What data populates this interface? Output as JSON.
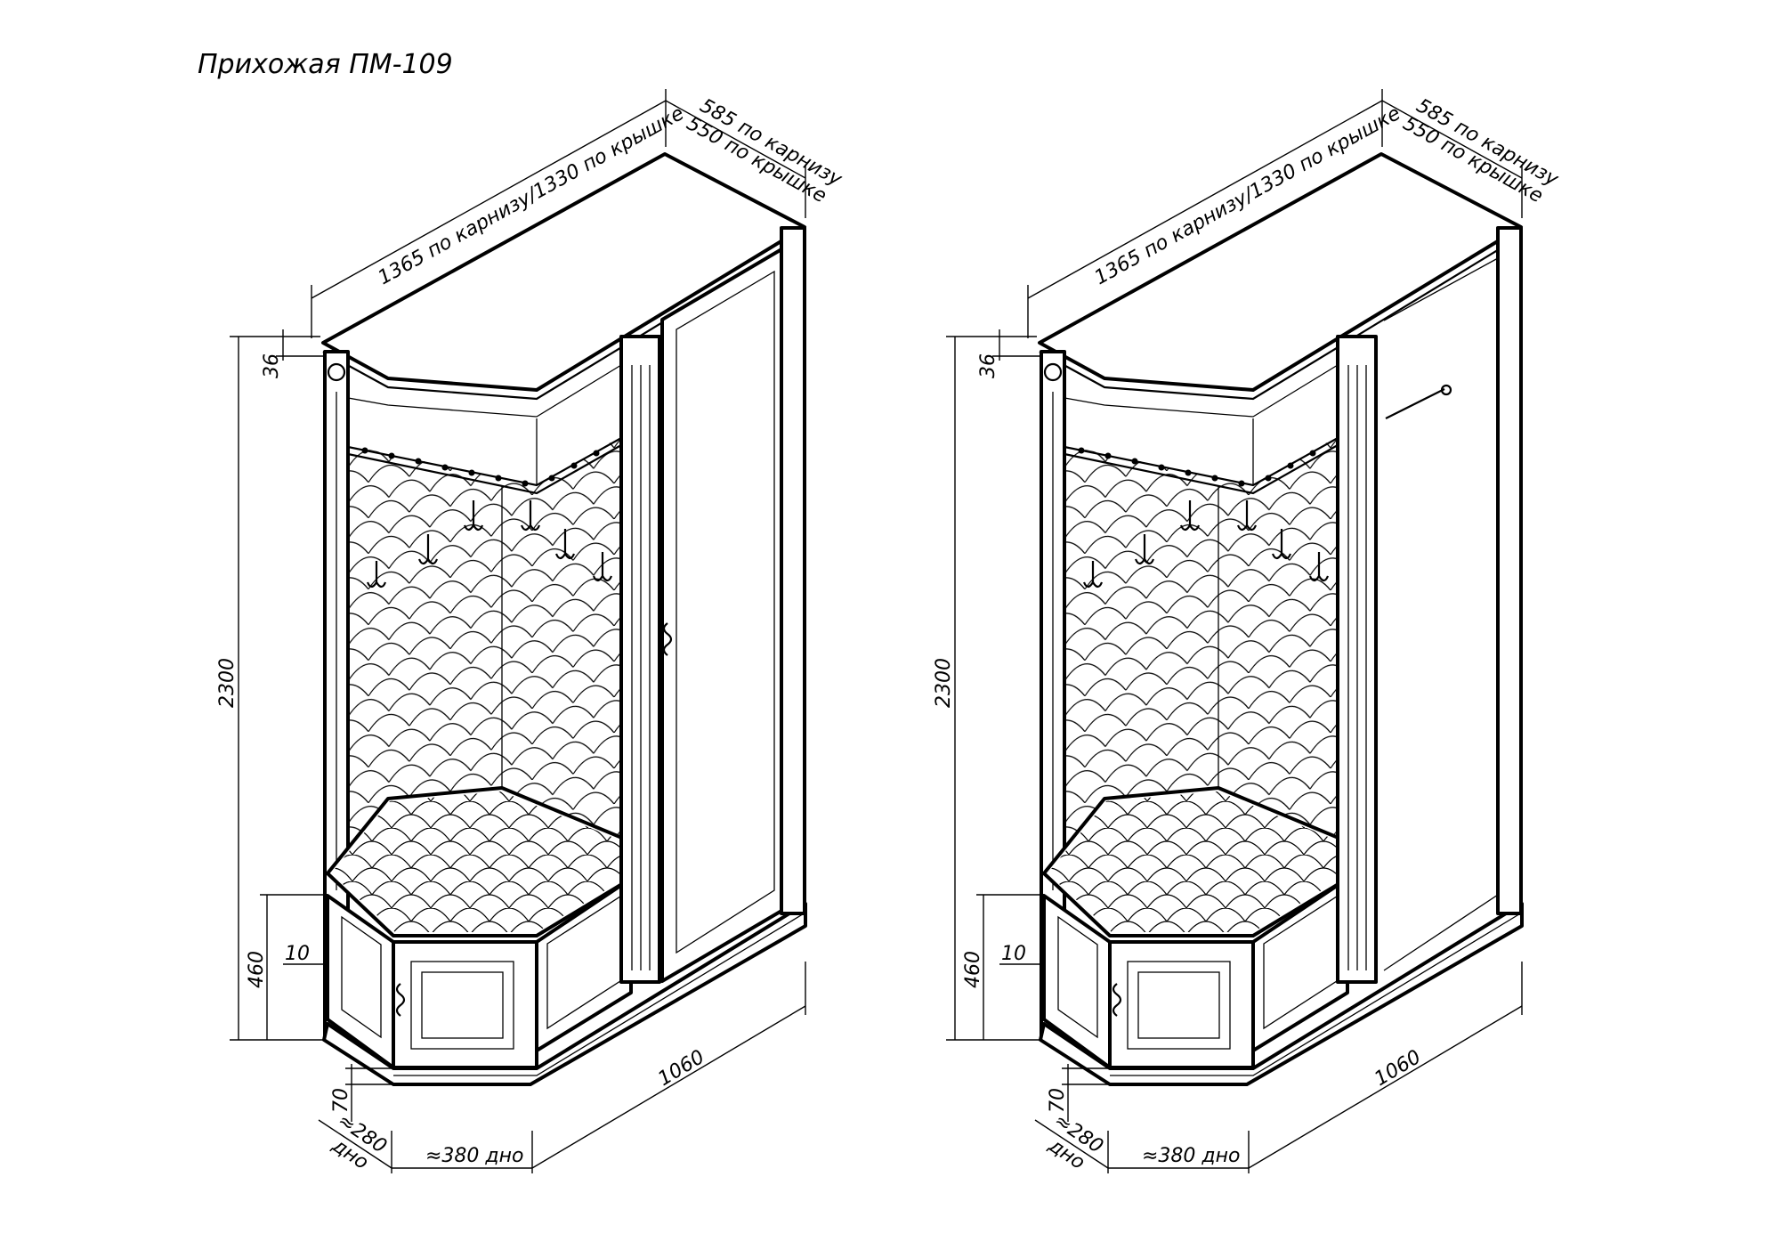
{
  "title": "Прихожая ПМ-109",
  "dimensions": {
    "length_top": "1365 по карнизу/1330 по крышке",
    "depth_cornice": "585 по карнизу",
    "depth_top": "550 по крышке",
    "height_total": "2300",
    "cornice_height": "36",
    "seat_height": "460",
    "offset_10": "10",
    "plinth_height": "70",
    "bottom_side": "≈280",
    "bottom_side_suffix": "дно",
    "bottom_front": "≈380 дно",
    "width_total": "1060"
  },
  "drawings": [
    {
      "variant": "closed-door"
    },
    {
      "variant": "open-wardrobe-with-rod"
    }
  ]
}
